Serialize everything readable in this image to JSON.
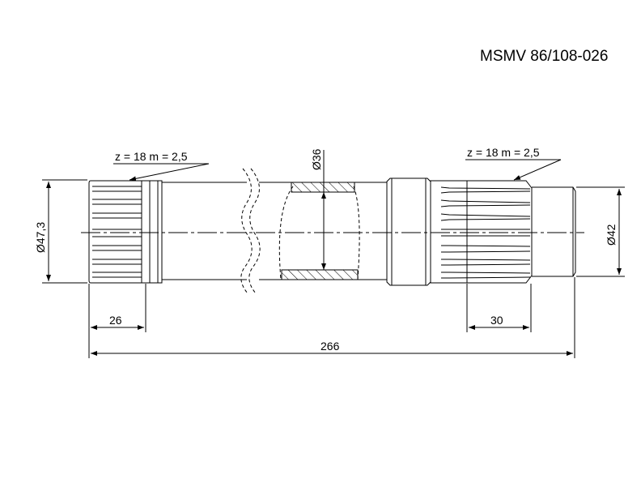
{
  "title": "MSMV 86/108-026",
  "spline_left": "z = 18  m = 2,5",
  "spline_right": "z = 18  m = 2,5",
  "dimensions": {
    "dia_left": "Ø47,3",
    "dia_mid": "Ø36",
    "dia_right": "Ø42",
    "len_left": "26",
    "len_right": "30",
    "len_total": "266"
  }
}
